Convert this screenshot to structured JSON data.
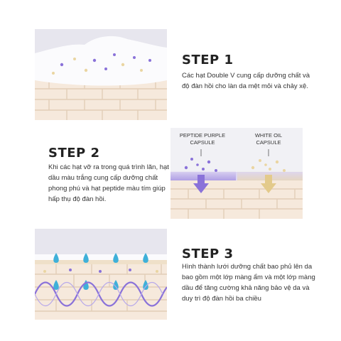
{
  "colors": {
    "skin_light": "#f6e9dc",
    "skin_line": "#e2cdb7",
    "cream": "#fbfbfd",
    "lavender": "#e7e6ee",
    "purple": "#8a72d9",
    "gold": "#ead5a2",
    "drop": "#3fb0d9"
  },
  "steps": [
    {
      "title": "STEP 1",
      "text": "Các hạt Double V cung cấp dưỡng chất và độ đàn hồi cho làn da mệt mỏi và chảy xệ.",
      "illustration": "cream-layer-on-skin"
    },
    {
      "title": "STEP 2",
      "text": "Khi các hạt vỡ ra trong quá trình lăn, hạt dầu màu trắng cung cấp dưỡng chất phong phú và hạt peptide màu tím giúp hấp thụ độ đàn hồi.",
      "illustration": "capsules-absorbing",
      "labels": {
        "purple_capsule": "PEPTIDE PURPLE CAPSULE",
        "oil_capsule": "WHITE OIL CAPSULE"
      }
    },
    {
      "title": "STEP 3",
      "text": "Hình thành lưới dưỡng chất bao phủ lên da bao gồm một lớp màng ẩm và một lớp màng dầu để tăng cường khả năng bảo vệ da và duy trì độ đàn hồi ba chiều",
      "illustration": "moisture-film-net"
    }
  ]
}
